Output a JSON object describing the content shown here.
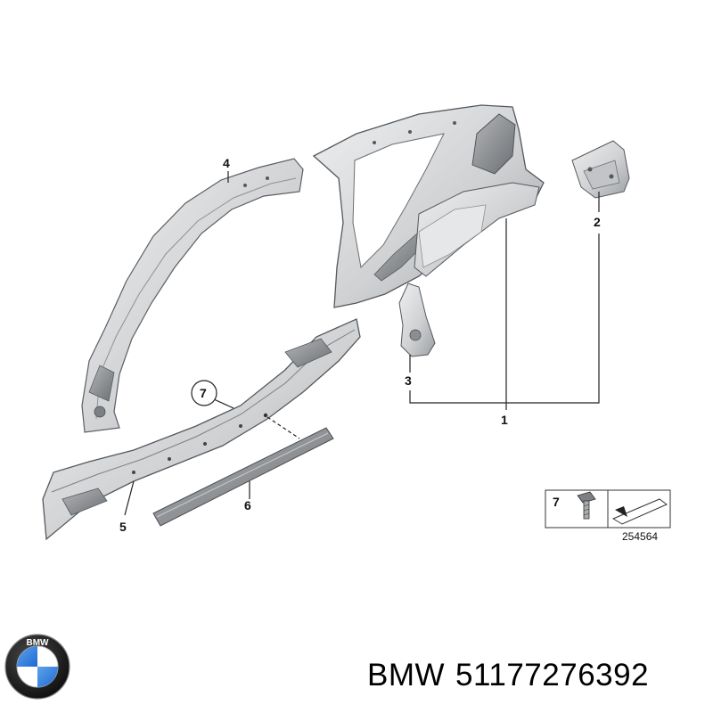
{
  "diagram": {
    "callouts": [
      "1",
      "2",
      "3",
      "4",
      "5",
      "6",
      "7"
    ],
    "inset": {
      "callout": "7",
      "reference_number": "254564"
    }
  },
  "footer": {
    "brand": "BMW",
    "part_number": "51177276392",
    "logo_letters": "BMW"
  },
  "colors": {
    "panel_fill": "#d9dadc",
    "panel_shade": "#a9abae",
    "panel_dark": "#6b6e72",
    "line": "#222222",
    "logo_blue": "#1c69d4"
  }
}
